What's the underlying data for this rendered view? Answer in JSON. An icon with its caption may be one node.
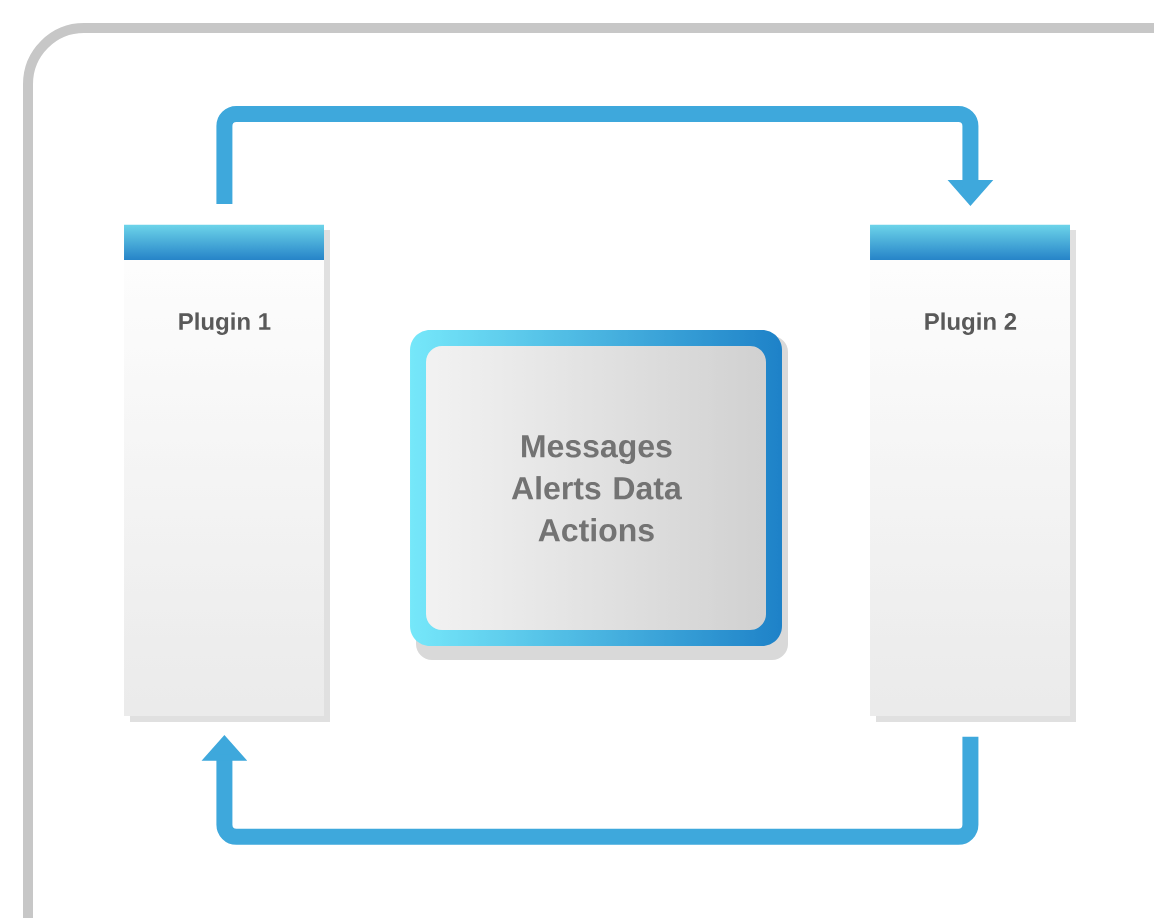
{
  "diagram": {
    "nodes": [
      {
        "text": [
          "Plugin 1"
        ]
      },
      {
        "text": [
          "Messages Alerts Data Actions"
        ]
      },
      {
        "text": [
          "Plugin 2"
        ]
      }
    ],
    "edges": [
      {
        "from": 0,
        "to": 2,
        "arrow": "to"
      },
      {
        "from": 2,
        "to": 0,
        "arrow": "to"
      }
    ]
  }
}
